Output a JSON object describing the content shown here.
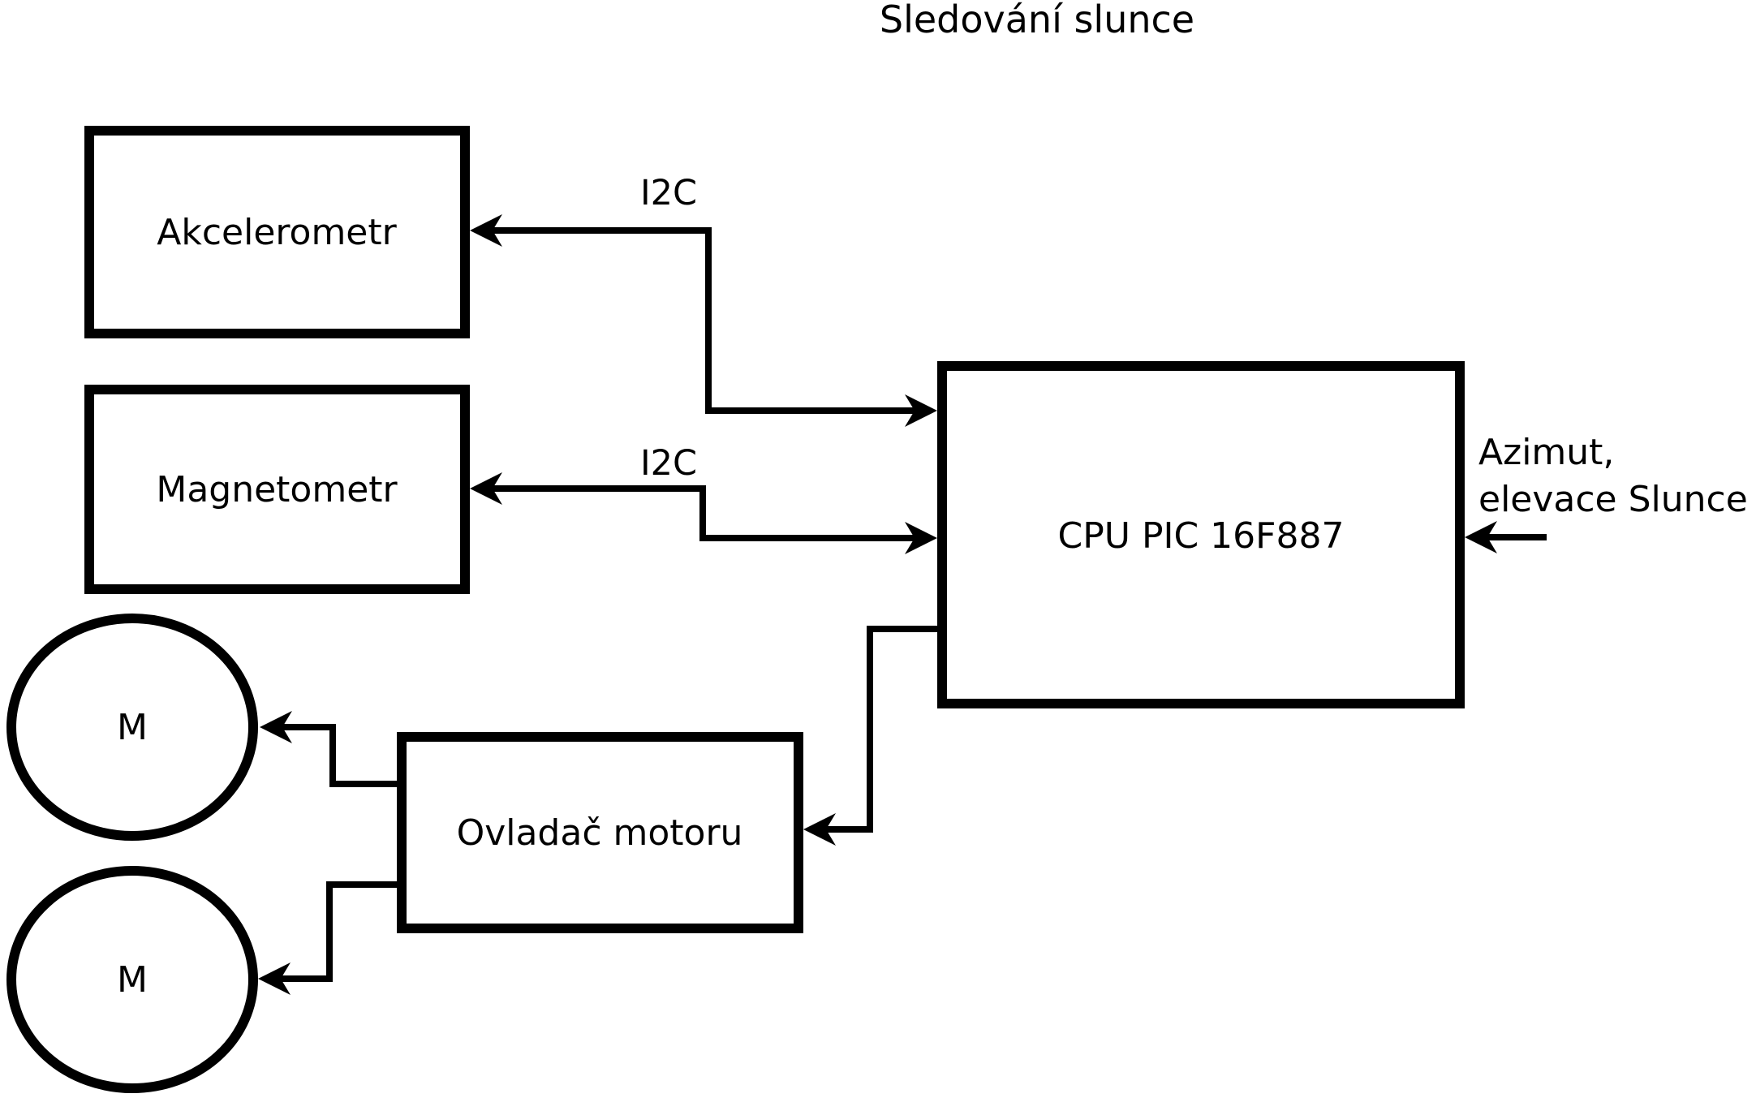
{
  "title": "Sledování slunce",
  "colors": {
    "ink": "#000000",
    "background": "#ffffff"
  },
  "blocks": {
    "akcelerometr": {
      "label": "Akcelerometr"
    },
    "magnetometr": {
      "label": "Magnetometr"
    },
    "cpu": {
      "label": "CPU PIC 16F887"
    },
    "motor_driver": {
      "label": "Ovladač motoru"
    },
    "motor_top": {
      "label": "M"
    },
    "motor_bottom": {
      "label": "M"
    }
  },
  "connections": {
    "i2c_akcelerometr": {
      "label": "I2C"
    },
    "i2c_magnetometr": {
      "label": "I2C"
    },
    "sun_input": {
      "label_line1": "Azimut,",
      "label_line2": "elevace Slunce"
    }
  }
}
